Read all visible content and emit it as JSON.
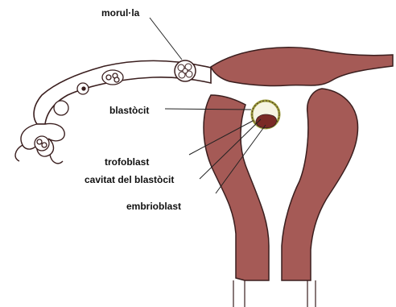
{
  "labels": {
    "morula": "morul·la",
    "blastocyst": "blastòcit",
    "trophoblast": "trofoblast",
    "blastocyst_cavity": "cavitat del blastòcit",
    "embryoblast": "embrioblast"
  },
  "colors": {
    "tissue": "#a55a56",
    "tissue_outline": "#3a1e1e",
    "background": "#ffffff",
    "trophoblast_ring": "#9a9a3a",
    "leader_line": "#222222"
  }
}
